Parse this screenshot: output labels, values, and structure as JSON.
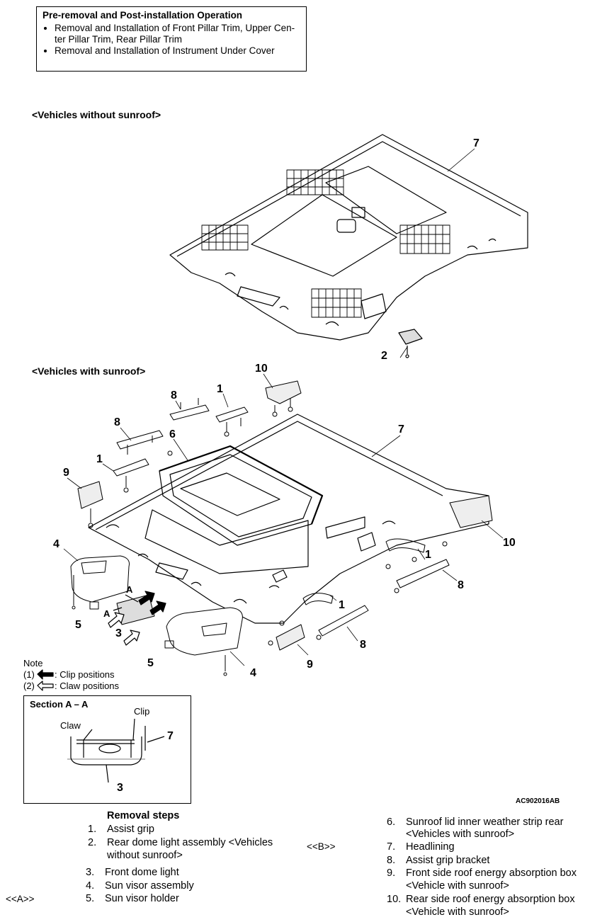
{
  "pre_box": {
    "title": "Pre-removal and Post-installation Operation",
    "items": [
      "Removal and Installation of Front Pillar Trim, Upper Cen-ter Pillar Trim, Rear Pillar Trim",
      "Removal and Installation of Instrument Under Cover"
    ]
  },
  "sections": {
    "without_sunroof": "<Vehicles without sunroof>",
    "with_sunroof": "<Vehicles with sunroof>"
  },
  "callouts": {
    "top": {
      "c7": "7",
      "c2": "2"
    },
    "bottom": [
      "10",
      "8",
      "1",
      "6",
      "7",
      "8",
      "1",
      "9",
      "4",
      "10",
      "1",
      "8",
      "3",
      "5",
      "5",
      "4",
      "1",
      "8",
      "9"
    ],
    "letters": {
      "a1": "A",
      "a2": "A"
    }
  },
  "note": {
    "title": "Note",
    "line1": "(1)",
    "line1_text": ": Clip positions",
    "line2": "(2)",
    "line2_text": ": Claw positions"
  },
  "section_aa": {
    "title": "Section A – A",
    "clip": "Clip",
    "claw": "Claw",
    "n7": "7",
    "n3": "3"
  },
  "figure_id": "AC902016AB",
  "removal_steps": {
    "title": "Removal steps",
    "left": [
      {
        "n": "1.",
        "text": "Assist grip"
      },
      {
        "n": "2.",
        "text": "Rear dome light assembly <Vehicles"
      },
      {
        "n": "",
        "text": "without sunroof>"
      },
      {
        "n": "3.",
        "text": "Front dome light"
      },
      {
        "n": "4.",
        "text": "Sun visor assembly"
      },
      {
        "n": "5.",
        "text": "Sun visor holder"
      }
    ],
    "right": [
      {
        "n": "6.",
        "text": "Sunroof lid inner weather strip rear"
      },
      {
        "n": "",
        "text": "<Vehicles with sunroof>"
      },
      {
        "n": "7.",
        "text": "Headlining"
      },
      {
        "n": "8.",
        "text": "Assist grip bracket"
      },
      {
        "n": "9.",
        "text": "Front side roof energy absorption box"
      },
      {
        "n": "",
        "text": "<Vehicle with sunroof>"
      },
      {
        "n": "10.",
        "text": "Rear side roof energy absorption box"
      },
      {
        "n": "",
        "text": "<Vehicle with sunroof>"
      }
    ],
    "marker_a": "<<A>>",
    "marker_b": "<<B>>"
  }
}
